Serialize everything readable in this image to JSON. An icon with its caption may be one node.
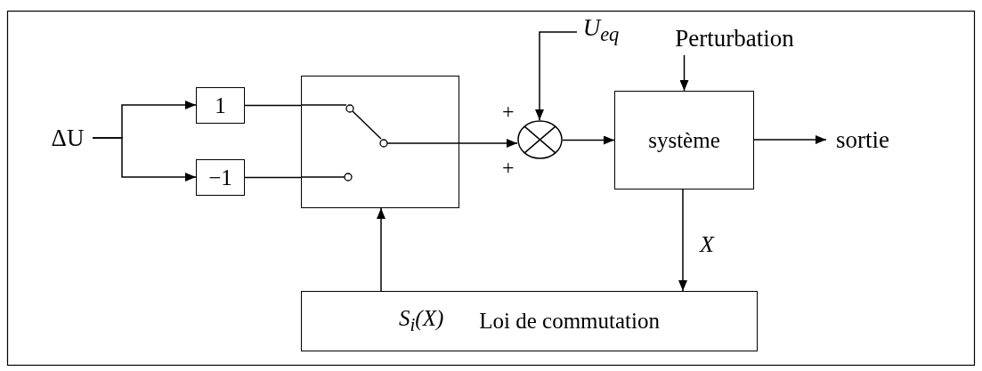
{
  "diagram": {
    "nodes": [
      {
        "text": [
          "ΔU"
        ]
      },
      {
        "text": [
          "1"
        ]
      },
      {
        "text": [
          "−1"
        ]
      },
      {
        "text": [],
        "shape": "box"
      },
      {
        "text": [],
        "shape": "circle"
      },
      {
        "text": [
          "U$_{eq}$"
        ]
      },
      {
        "text": [
          "Perturbation"
        ]
      },
      {
        "text": [
          "système"
        ]
      },
      {
        "text": [
          "sortie"
        ]
      },
      {
        "text": [
          "S$_{i}$(X)",
          "Loi de commutation"
        ]
      }
    ],
    "edges": [
      {
        "from": 0,
        "to": 1,
        "arrow": "to"
      },
      {
        "from": 0,
        "to": 2,
        "arrow": "to"
      },
      {
        "from": 1,
        "to": 3,
        "arrow": "none"
      },
      {
        "from": 2,
        "to": 3,
        "arrow": "none"
      },
      {
        "from": 3,
        "to": 4,
        "arrow": "to"
      },
      {
        "from": 5,
        "to": 4,
        "arrow": "to"
      },
      {
        "from": 4,
        "to": 7,
        "arrow": "to"
      },
      {
        "from": 6,
        "to": 7,
        "arrow": "to"
      },
      {
        "from": 7,
        "to": 8,
        "arrow": "to"
      },
      {
        "from": 7,
        "to": 9,
        "arrow": "to",
        "label": "X"
      },
      {
        "from": 9,
        "to": 3,
        "arrow": "to"
      }
    ],
    "labels": [
      "+",
      "+"
    ]
  }
}
